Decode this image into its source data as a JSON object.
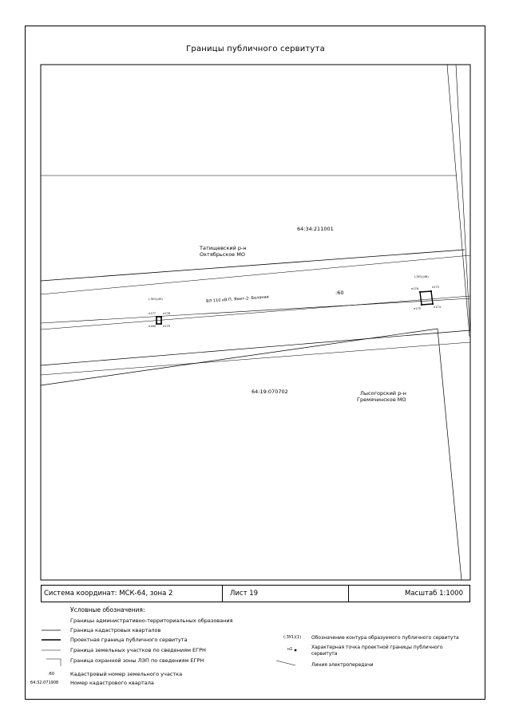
{
  "map": {
    "title": "Границы публичного сервитута",
    "labels": {
      "quarter_top": "64:34:211001",
      "district_a": "Татищевский р-н",
      "mo_a": "Октябрьское МО",
      "line_name": "ВЛ 110 кВ П. Ямет-2- Беланая",
      "parcel_60": ":60",
      "quarter_bottom": "64:19:070702",
      "district_b": "Лысогорский р-н",
      "mo_b": "Гремячинское МО",
      "contour_left": "(:ЗУ1)(45)",
      "contour_right": "(:ЗУ1)(46)",
      "pt_l1": "н177",
      "pt_l2": "н178",
      "pt_l3": "н180",
      "pt_l4": "н179",
      "pt_r1": "н176",
      "pt_r2": "н173",
      "pt_r3": "н175",
      "pt_r4": "н174"
    }
  },
  "stamp": {
    "coords": "Система координат: МСК-64, зона 2",
    "sheet": "Лист 19",
    "scale": "Масштаб 1:1000"
  },
  "legend": {
    "title": "Условные обозначения:",
    "items": [
      "Границы административно-территориальных образования",
      "Граница кадастровых кварталов",
      "Проектная граница публичного сервитута",
      "Граница земельных участков по сведениям ЕГРН",
      "Граница охранной зоны ЛЭП по сведениям ЕГРН"
    ],
    "sym_parcel": ":60",
    "item_parcel": "Кадастровый номер земельного участка",
    "sym_quarter": "64:32:071908",
    "item_quarter": "Номер кадастрового квартала",
    "sym_contour": "(:ЗУ1)(1)",
    "item_contour": "Обозначение контура образуемого публичного сервитута",
    "sym_point": "н1",
    "item_point": "Характерная точка проектной границы публичного сервитута",
    "item_power": "Линия электропередачи"
  }
}
